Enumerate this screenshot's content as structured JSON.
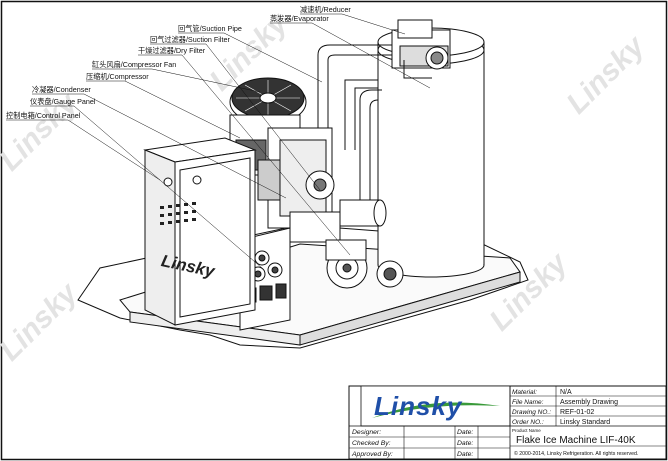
{
  "callouts": [
    "减速机/Reducer",
    "蒸发器/Evaporator",
    "回气管/Suction Pipe",
    "回气过滤器/Suction Filter",
    "干燥过滤器/Dry Filter",
    "缸头风扇/Compressor Fan",
    "压缩机/Compressor",
    "冷凝器/Condenser",
    "仪表盘/Gauge Panel",
    "控制电箱/Control Panel"
  ],
  "machine_brand": "Linsky",
  "watermark": "Linsky",
  "title_block": {
    "logo_text": "Linsky",
    "rows": [
      {
        "label": "Material:",
        "value": "N/A"
      },
      {
        "label": "File Name:",
        "value": "Assembly Drawing"
      },
      {
        "label": "Drawing NO.:",
        "value": "REF-01-02"
      },
      {
        "label": "Order NO.:",
        "value": "Linsky Standard"
      }
    ],
    "product_name_label": "Product Name",
    "product_name": "Flake Ice Machine LIF-40K",
    "copyright": "© 2000-2014, Linsky Refrigeration. All rights reserved.",
    "designer_label": "Designer:",
    "checked_label": "Checked By:",
    "approved_label": "Approved By:",
    "date_label": "Date:"
  },
  "colors": {
    "logo_blue": "#1f4fa8",
    "logo_green": "#3a9a3a",
    "watermark": "#e3e3e3",
    "line": "#111111"
  }
}
